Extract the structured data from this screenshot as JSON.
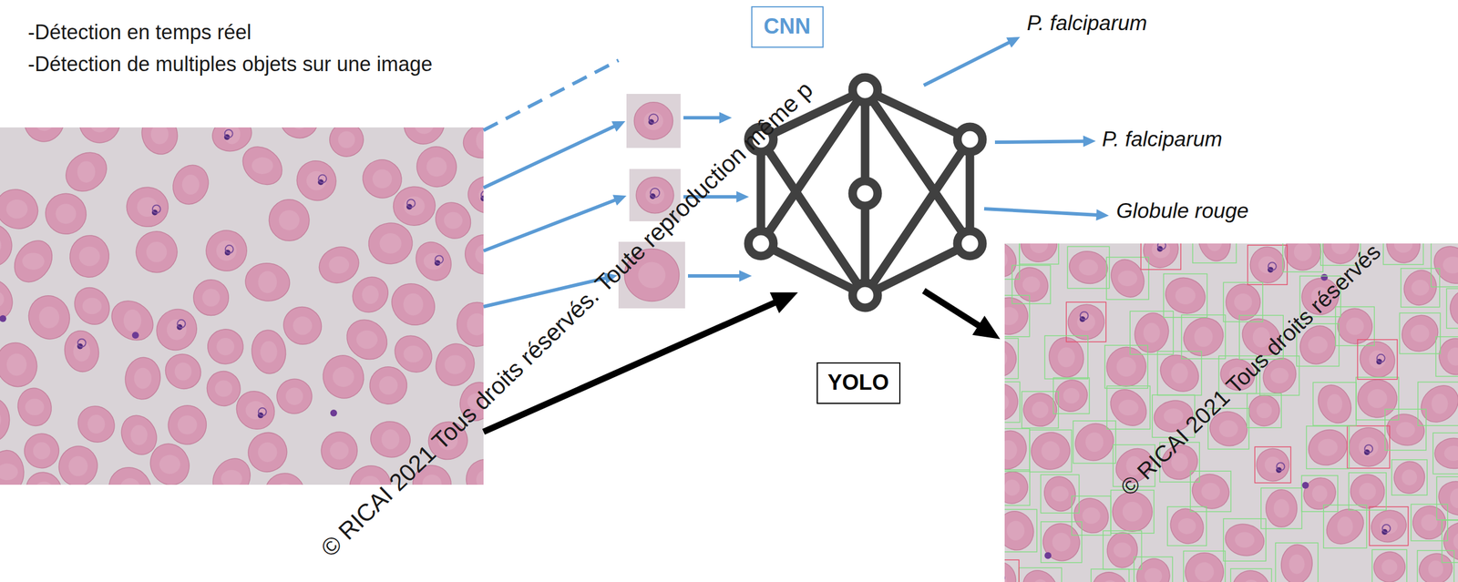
{
  "diagram": {
    "nodes": [
      {
        "text": [
          "CNN"
        ]
      },
      {
        "text": [
          "YOLO"
        ]
      }
    ],
    "labels": [
      "-Détection en temps réel",
      "-Détection de multiples objets sur une image",
      "P. falciparum",
      "P. falciparum",
      "Globule rouge",
      "© RICAI 2021 Tous droits réservés. Toute reproduction même p",
      "© RICAI 2021 Tous droits réservés"
    ]
  }
}
